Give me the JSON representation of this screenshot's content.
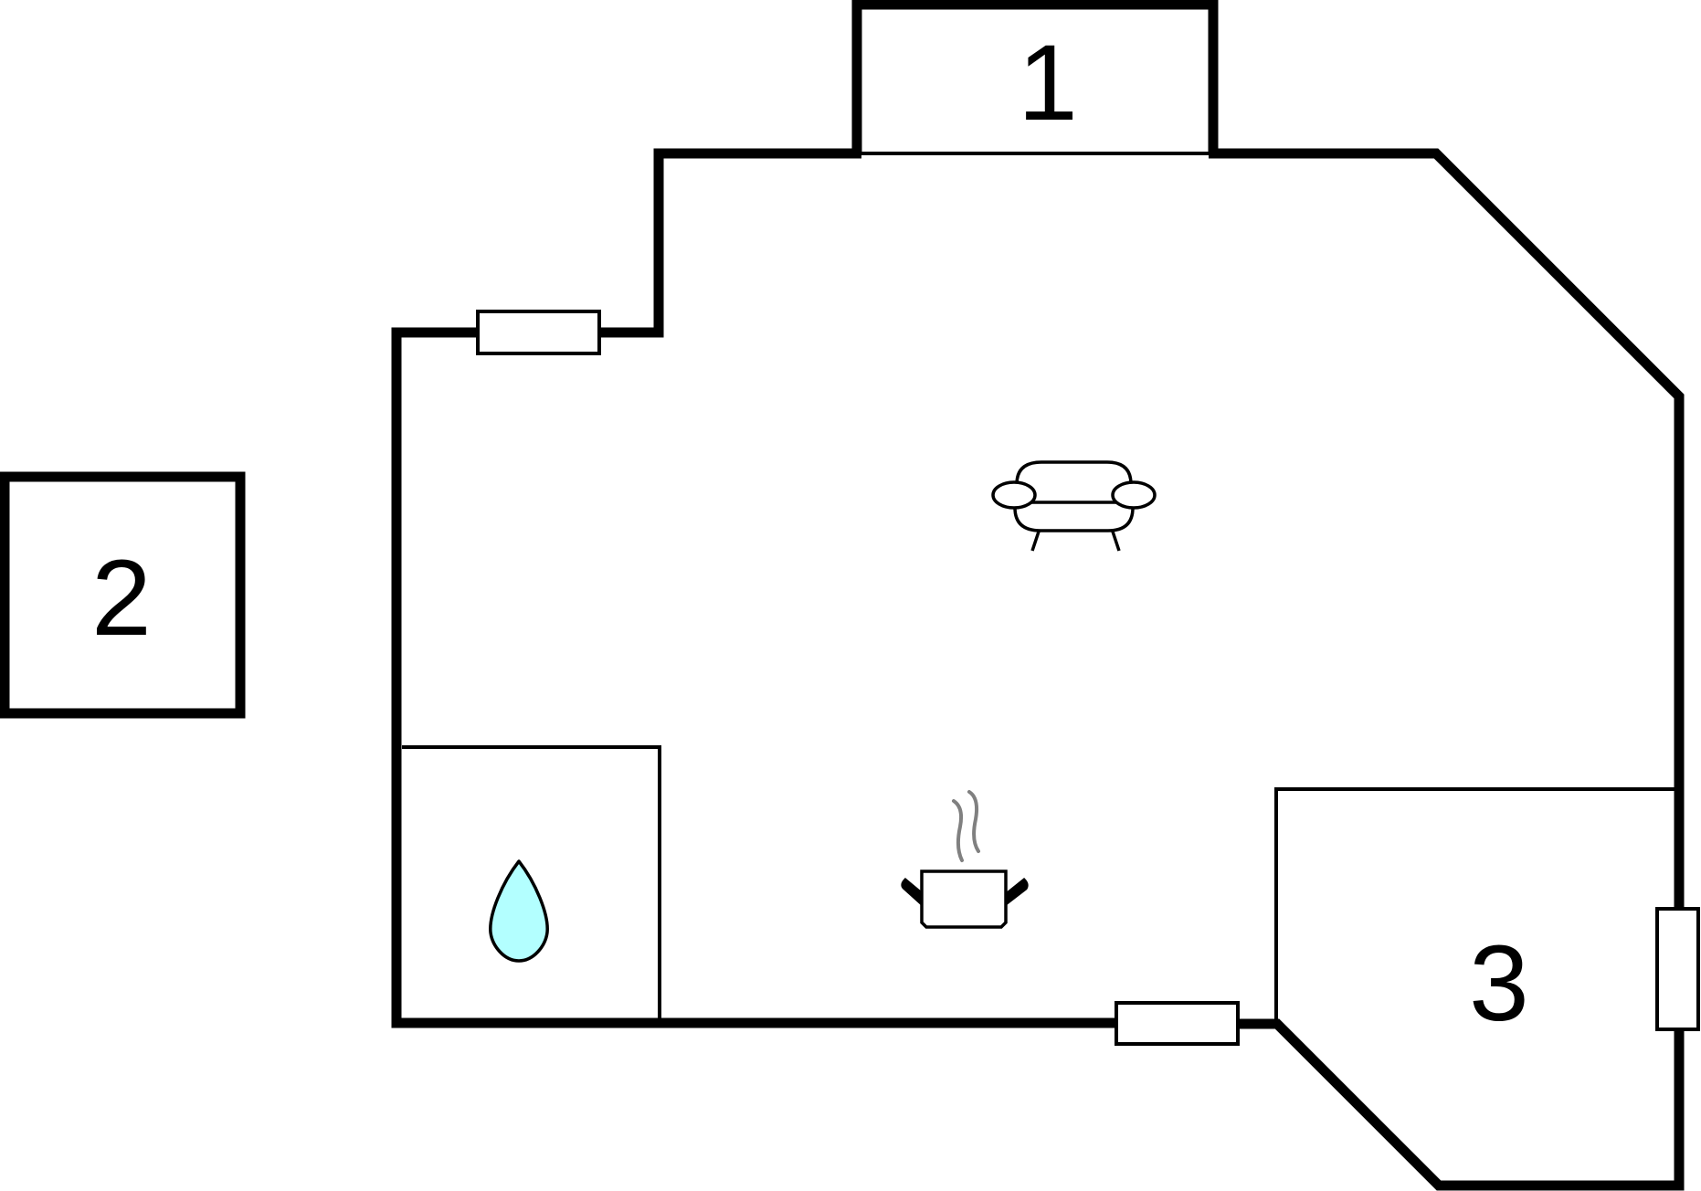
{
  "diagram": {
    "type": "floor-plan",
    "colors": {
      "wall": "#000000",
      "background": "#ffffff",
      "water": "#b3ffff",
      "steam": "#808080"
    },
    "labels": {
      "room1": "1",
      "room2": "2",
      "room3": "3"
    },
    "icons": [
      {
        "name": "sofa-icon",
        "room": "living-area"
      },
      {
        "name": "cooking-pot-icon",
        "room": "kitchen-area"
      },
      {
        "name": "water-drop-icon",
        "room": "bathroom"
      }
    ],
    "windows": [
      {
        "name": "window-top-left"
      },
      {
        "name": "window-bottom"
      },
      {
        "name": "window-right"
      }
    ]
  }
}
